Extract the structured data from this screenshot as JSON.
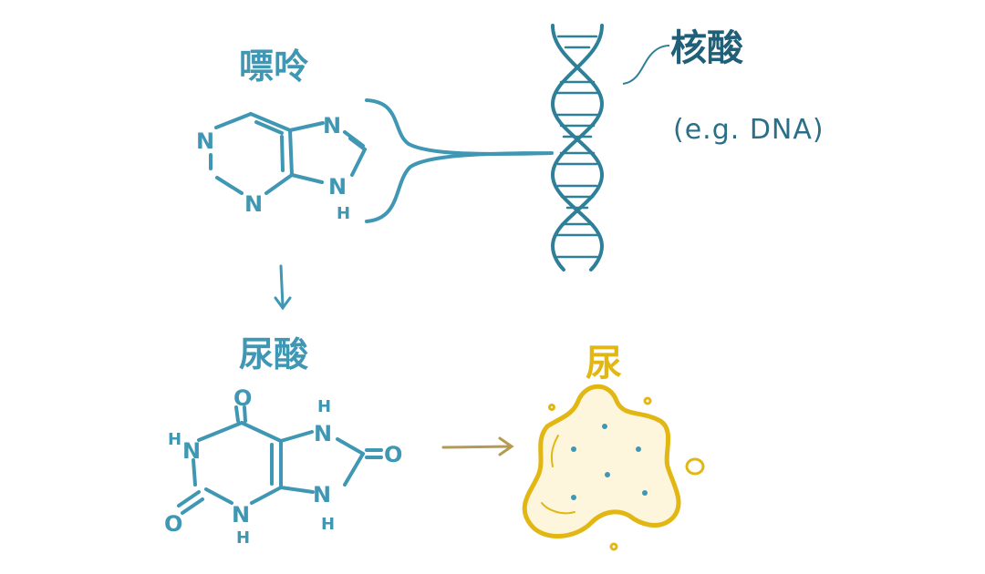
{
  "labels": {
    "purine": "嘌呤",
    "nucleic_acid": "核酸",
    "nucleic_acid_example": "(e.g. DNA)",
    "uric_acid": "尿酸",
    "urine": "尿"
  },
  "purine_atoms": {
    "n1": "N",
    "n3": "N",
    "n_top": "N",
    "n_nh": "N",
    "h_nh": "H"
  },
  "uric_atoms": {
    "o_top": "O",
    "o_right": "O",
    "o_left": "O",
    "h_n1": "H",
    "n1": "N",
    "n3": "N",
    "h_n3": "H",
    "h_n7": "H",
    "n7": "N",
    "n9": "N",
    "h_n9": "H"
  },
  "colors": {
    "structure": "#3f97b3",
    "dna": "#2e7f98",
    "label_dark": "#1f5f77",
    "urine": "#e2b714",
    "arrow_gold": "#b59a52"
  },
  "icons": [
    "down-arrow-icon",
    "right-arrow-icon",
    "dna-helix-icon",
    "urine-puddle-icon"
  ]
}
